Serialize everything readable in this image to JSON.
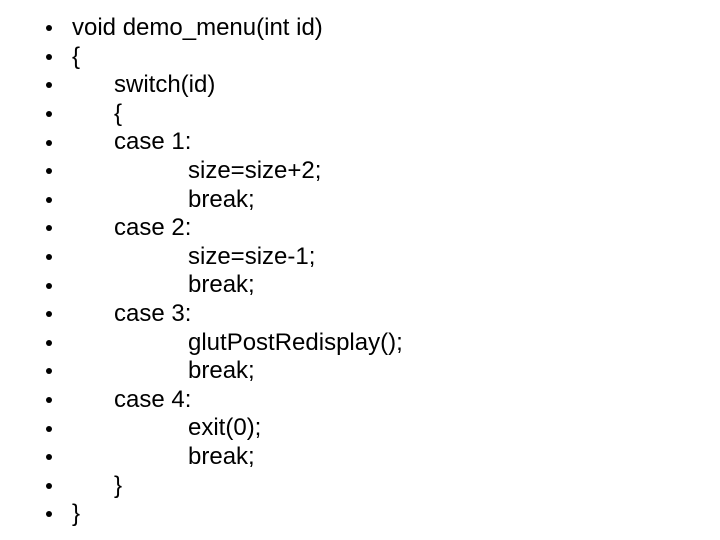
{
  "slide": {
    "background_color": "#ffffff",
    "text_color": "#000000",
    "bullet_color": "#000000",
    "bullet_glyph": "•",
    "lines": [
      {
        "indent": 0,
        "text": "void demo_menu(int id)"
      },
      {
        "indent": 0,
        "text": "{"
      },
      {
        "indent": 1,
        "text": "switch(id)"
      },
      {
        "indent": 1,
        "text": "{"
      },
      {
        "indent": 1,
        "text": "case 1:"
      },
      {
        "indent": 2,
        "text": "size=size+2;"
      },
      {
        "indent": 2,
        "text": "break;"
      },
      {
        "indent": 1,
        "text": "case 2:"
      },
      {
        "indent": 2,
        "text": "size=size-1;"
      },
      {
        "indent": 2,
        "text": "break;"
      },
      {
        "indent": 1,
        "text": "case 3:"
      },
      {
        "indent": 2,
        "text": "glutPostRedisplay();"
      },
      {
        "indent": 2,
        "text": "break;"
      },
      {
        "indent": 1,
        "text": "case 4:"
      },
      {
        "indent": 2,
        "text": "exit(0);"
      },
      {
        "indent": 2,
        "text": "break;"
      },
      {
        "indent": 1,
        "text": "}"
      },
      {
        "indent": 0,
        "text": "}"
      }
    ]
  }
}
